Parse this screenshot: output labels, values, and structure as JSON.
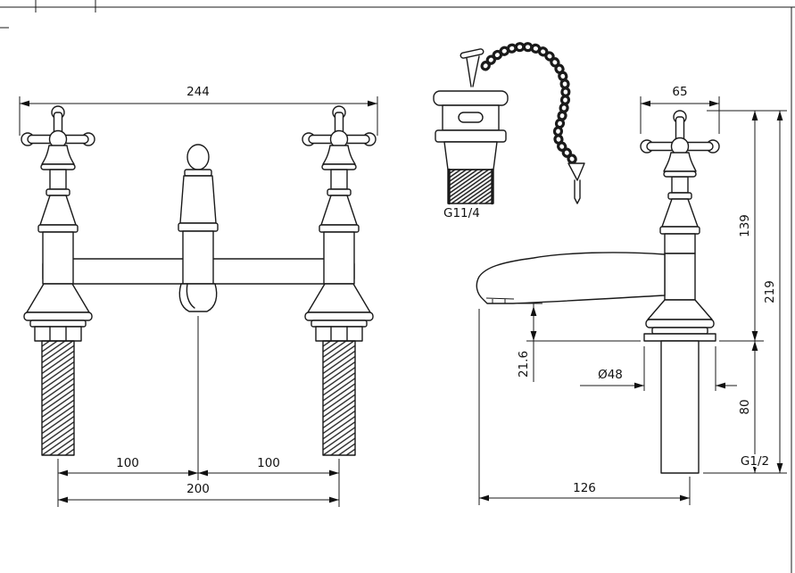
{
  "drawing": {
    "background": "#ffffff",
    "line_color": "#1a1a1a",
    "front_view": {
      "dim_overall_width": "244",
      "dim_left_pitch": "100",
      "dim_right_pitch": "100",
      "dim_total_pitch": "200"
    },
    "waste": {
      "thread_label": "G11/4"
    },
    "side_view": {
      "dim_handle_width": "65",
      "dim_deck_to_top": "139",
      "dim_overall_height": "219",
      "dim_outlet_height": "21.6",
      "dim_base_diameter": "Ø48",
      "dim_tail_length": "80",
      "dim_tail_thread": "G1/2",
      "dim_spout_reach": "126"
    }
  }
}
